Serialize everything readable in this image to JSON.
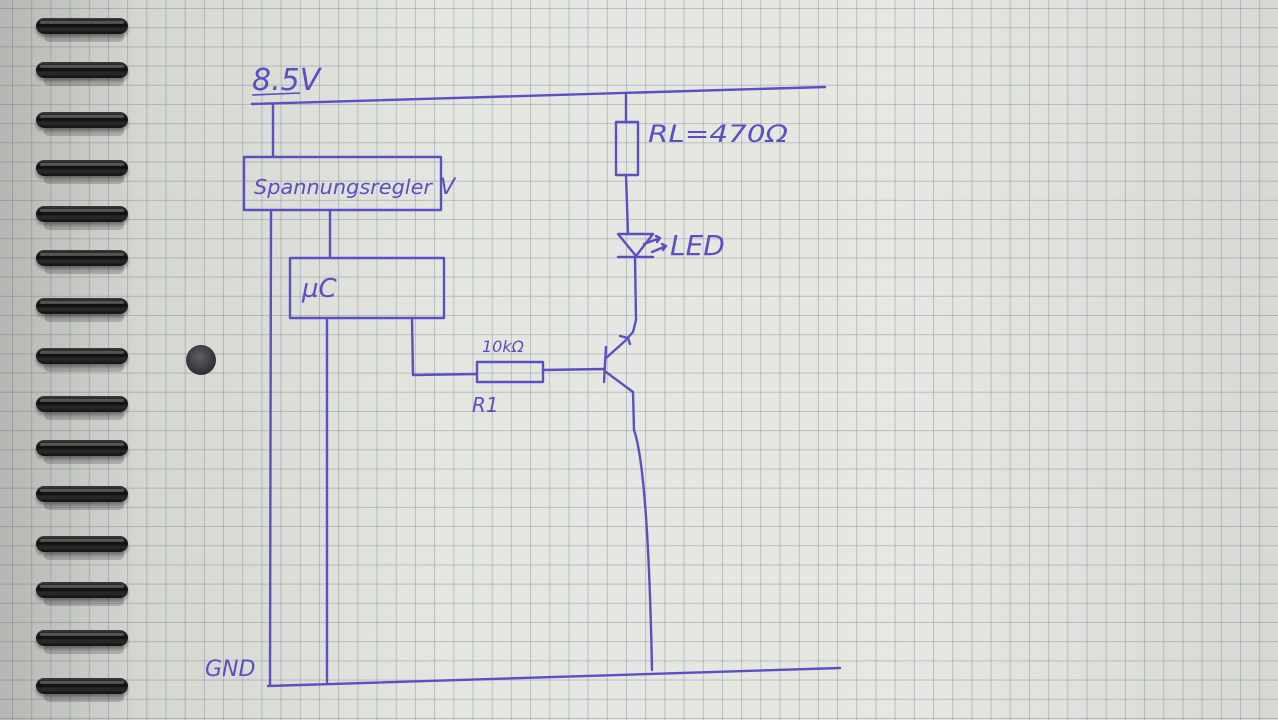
{
  "diagram": {
    "supply_label": "8.5V",
    "ground_label": "GND",
    "regulator_label": "Spannungsregler",
    "regulator_label_tail": "V",
    "mcu_label": "µC",
    "resistor_r1_value": "10kΩ",
    "resistor_r1_name": "R1",
    "load_resistor_label": "RL=470Ω",
    "led_label": "LED"
  },
  "colors": {
    "ink": "#5b4fc2",
    "paper": "#e6e6e1",
    "grid": "#7a94a0",
    "spiral": "#111111"
  }
}
